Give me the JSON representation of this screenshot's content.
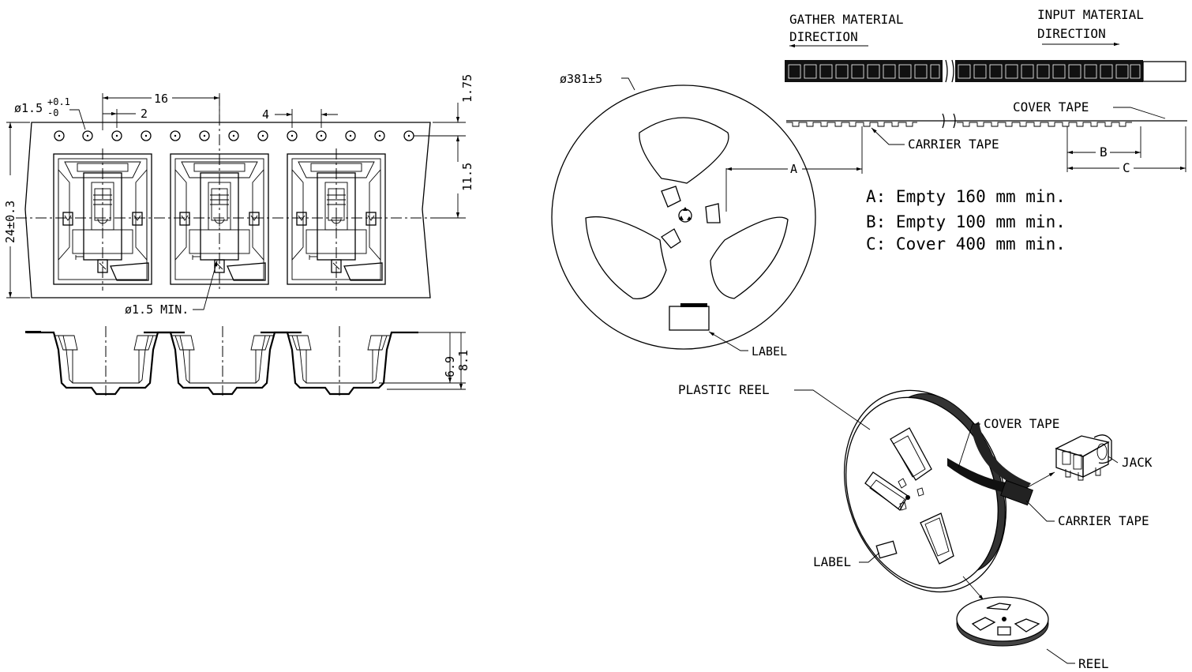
{
  "tape_plan_view": {
    "hole_diameter": "ø1.5",
    "hole_tolerance_plus": "+0.1",
    "hole_tolerance_minus": "-0",
    "pitch": "16",
    "hole_offset": "2",
    "hole_pitch": "4",
    "edge_to_hole": "1.75",
    "hole_to_center": "11.5",
    "tape_width": "24±0.3",
    "pocket_hole": "ø1.5 MIN."
  },
  "tape_section_view": {
    "pocket_depth": "6.9",
    "total_depth": "8.1"
  },
  "reel_front_view": {
    "reel_diameter": "ø381±5",
    "label": "LABEL",
    "dimension_a": "A"
  },
  "tape_strip_view": {
    "gather_direction": [
      "GATHER MATERIAL",
      "DIRECTION"
    ],
    "input_direction": [
      "INPUT MATERIAL",
      "DIRECTION"
    ],
    "cover_tape": "COVER TAPE",
    "carrier_tape": "CARRIER TAPE",
    "dimension_b": "B",
    "dimension_c": "C"
  },
  "notes": [
    "A: Empty 160 mm min.",
    "B: Empty 100 mm min.",
    "C: Cover 400 mm min."
  ],
  "isometric_view": {
    "plastic_reel": "PLASTIC REEL",
    "cover_tape": "COVER TAPE",
    "jack": "JACK",
    "carrier_tape": "CARRIER TAPE",
    "label": "LABEL",
    "reel": "REEL"
  }
}
